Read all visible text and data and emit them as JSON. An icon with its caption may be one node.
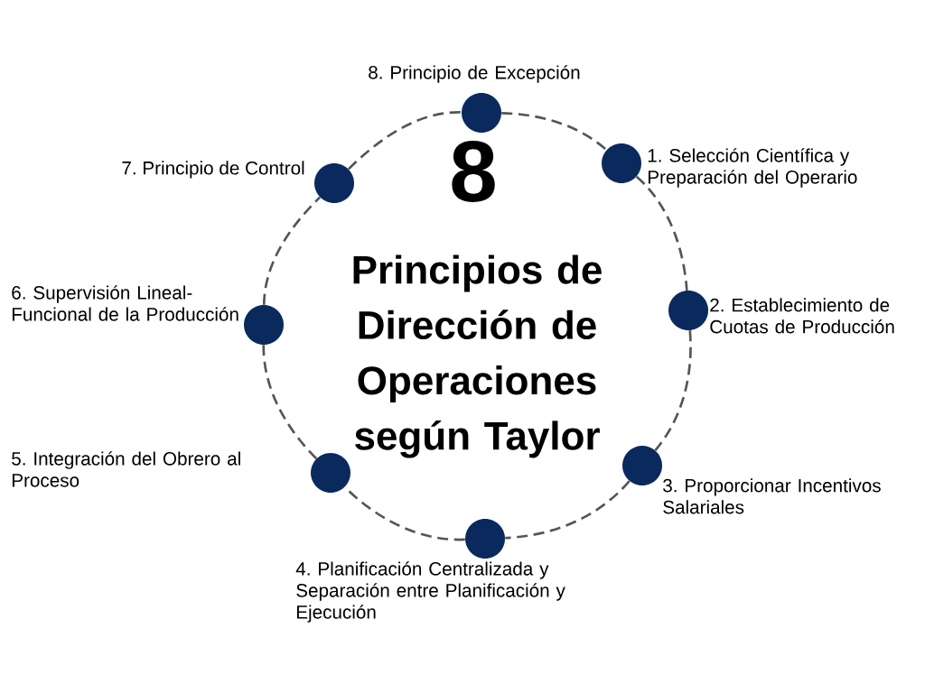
{
  "diagram": {
    "nodes": [
      {
        "text": [],
        "shape": "circle",
        "beside": [
          "1. Selección Científica y Preparación del Operario"
        ]
      },
      {
        "text": [],
        "shape": "circle",
        "beside": [
          "2. Establecimiento de Cuotas de Producción"
        ]
      },
      {
        "text": [],
        "shape": "circle",
        "beside": [
          "3. Proporcionar Incentivos Salariales"
        ]
      },
      {
        "text": [],
        "shape": "circle",
        "beside": [
          "4. Planificación Centralizada y Separación entre Planificación y Ejecución"
        ]
      },
      {
        "text": [],
        "shape": "circle",
        "beside": [
          "5. Integración del Obrero al Proceso"
        ]
      },
      {
        "text": [],
        "shape": "circle",
        "beside": [
          "6. Supervisión Lineal-Funcional de la Producción"
        ]
      },
      {
        "text": [],
        "shape": "circle",
        "beside": [
          "7. Principio de Control"
        ]
      },
      {
        "text": [],
        "shape": "circle",
        "beside": [
          "8. Principio de Excepción"
        ]
      }
    ],
    "edges": [
      {
        "from": 0,
        "to": 1,
        "arrow": "none",
        "style": "dashed"
      },
      {
        "from": 1,
        "to": 2,
        "arrow": "none",
        "style": "dashed"
      },
      {
        "from": 2,
        "to": 3,
        "arrow": "none",
        "style": "dashed"
      },
      {
        "from": 3,
        "to": 4,
        "arrow": "none",
        "style": "dashed"
      },
      {
        "from": 4,
        "to": 5,
        "arrow": "none",
        "style": "dashed"
      },
      {
        "from": 5,
        "to": 6,
        "arrow": "none",
        "style": "dashed"
      },
      {
        "from": 6,
        "to": 7,
        "arrow": "none",
        "style": "dashed"
      },
      {
        "from": 7,
        "to": 0,
        "arrow": "none",
        "style": "dashed"
      }
    ],
    "labels": [
      "8",
      "Principios de Dirección de Operaciones según Taylor"
    ]
  }
}
